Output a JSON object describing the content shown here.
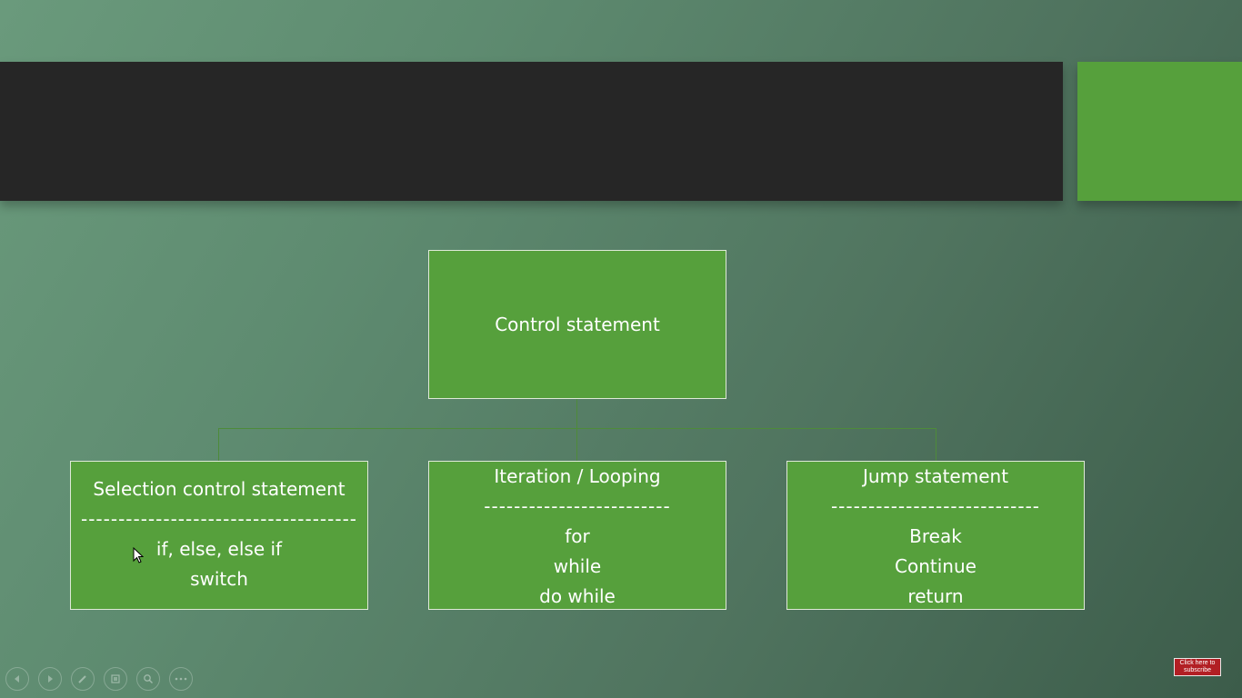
{
  "slide": {
    "root": {
      "label": "Control statement"
    },
    "children": [
      {
        "title": "Selection control statement",
        "separator": "-------------------------------------",
        "items": [
          "if, else, else if",
          "switch"
        ]
      },
      {
        "title": "Iteration / Looping",
        "separator": "-------------------------",
        "items": [
          "for",
          "while",
          "do while"
        ]
      },
      {
        "title": "Jump statement",
        "separator": "----------------------------",
        "items": [
          "Break",
          "Continue",
          "return"
        ]
      }
    ]
  },
  "toolbar": {
    "icons": [
      "previous-icon",
      "next-icon",
      "pen-icon",
      "slides-icon",
      "zoom-icon",
      "more-icon"
    ]
  },
  "subscribe_badge": {
    "line1": "Click here to",
    "line2": "subscribe"
  },
  "colors": {
    "title_bar": "#262626",
    "accent": "#56a03c",
    "box_fill": "#56a03c"
  }
}
